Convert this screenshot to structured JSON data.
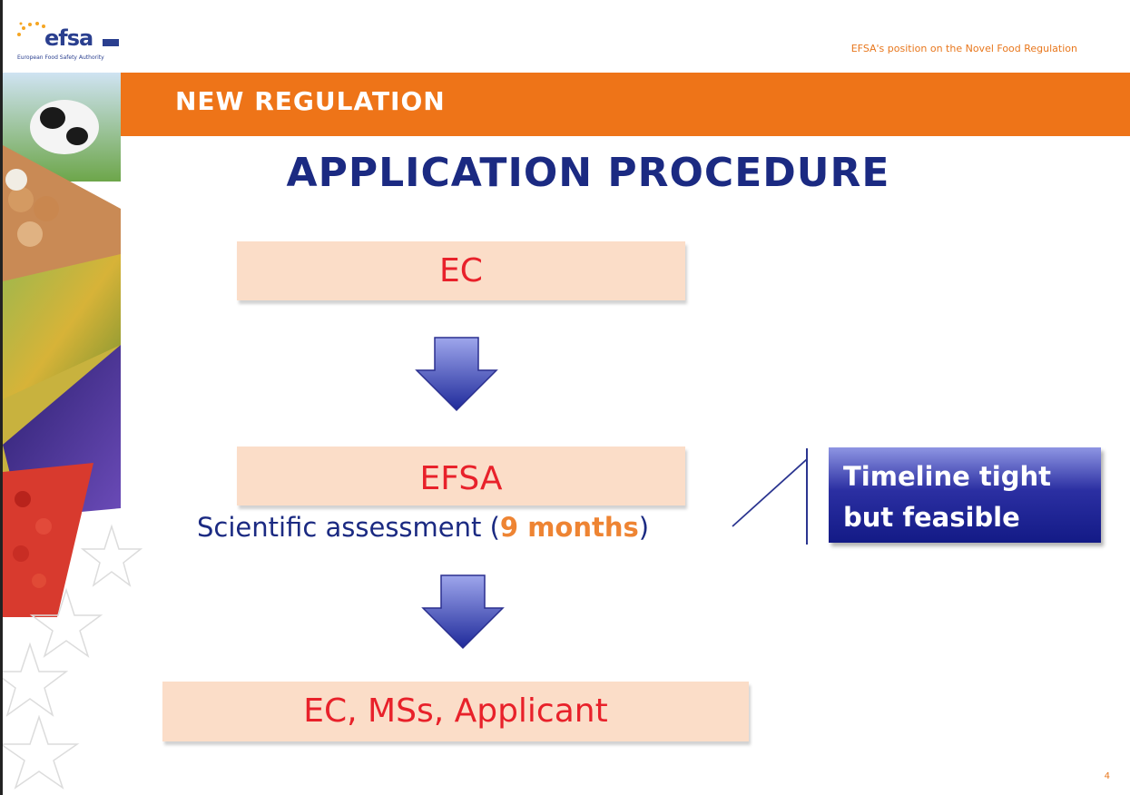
{
  "header": {
    "logo_text": "efsa",
    "logo_tagline": "European Food Safety Authority",
    "document_title": "EFSA's position on the Novel Food Regulation"
  },
  "banner": {
    "label": "NEW REGULATION"
  },
  "slide": {
    "title": "APPLICATION PROCEDURE",
    "number": "4"
  },
  "flow": {
    "step_1": "EC",
    "step_2": "EFSA",
    "assessment_prefix": "Scientific assessment (",
    "assessment_duration": "9 months",
    "assessment_suffix": ")",
    "step_3": "EC, MSs, Applicant"
  },
  "callout": {
    "line_1": "Timeline tight",
    "line_2": "but feasible"
  },
  "colors": {
    "banner_orange": "#ee7418",
    "title_navy": "#1b2a82",
    "box_fill": "#fbddc8",
    "box_text_red": "#e8212a",
    "callout_blue": "#131a86"
  }
}
